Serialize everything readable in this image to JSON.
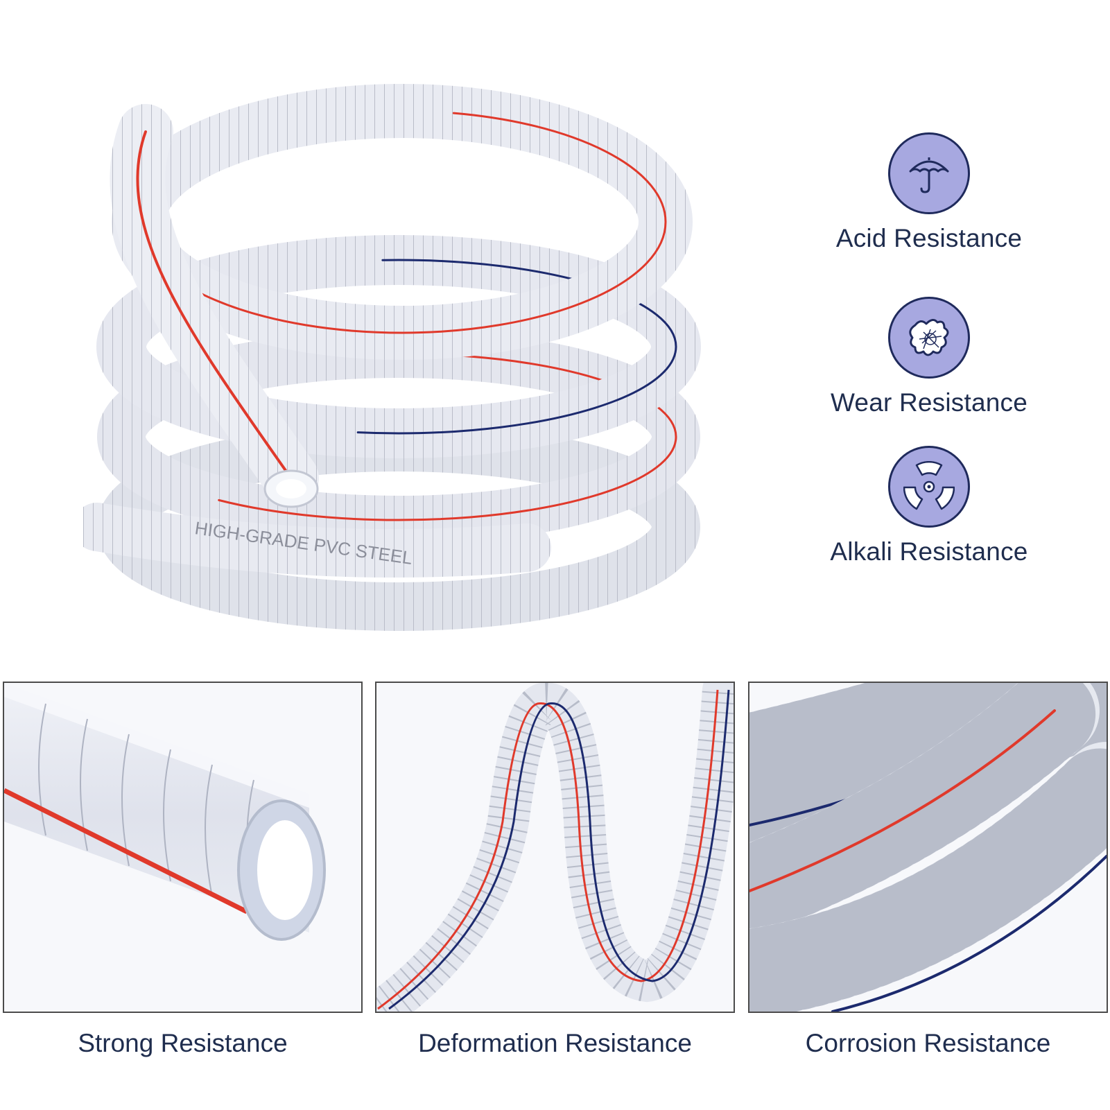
{
  "hero": {
    "image_name": "coiled-clear-pvc-steel-wire-hose",
    "hose_print": "HIGH-GRADE PVC STEEL"
  },
  "features": [
    {
      "label": "Acid Resistance",
      "icon": "umbrella-icon"
    },
    {
      "label": "Wear Resistance",
      "icon": "splat-net-icon"
    },
    {
      "label": "Alkali Resistance",
      "icon": "radiation-icon"
    }
  ],
  "panels": [
    {
      "caption": "Strong Resistance",
      "image_name": "hose-end-closeup"
    },
    {
      "caption": "Deformation Resistance",
      "image_name": "bent-hose-loop"
    },
    {
      "caption": "Corrosion Resistance",
      "image_name": "hose-coil-closeup"
    }
  ],
  "colors": {
    "text": "#1f2d4e",
    "icon_fill": "#a7a8e0",
    "icon_stroke": "#1f2a5c",
    "hose_red": "#e0392b",
    "hose_blue": "#1c2a6e",
    "panel_border": "#4b4b4b"
  }
}
